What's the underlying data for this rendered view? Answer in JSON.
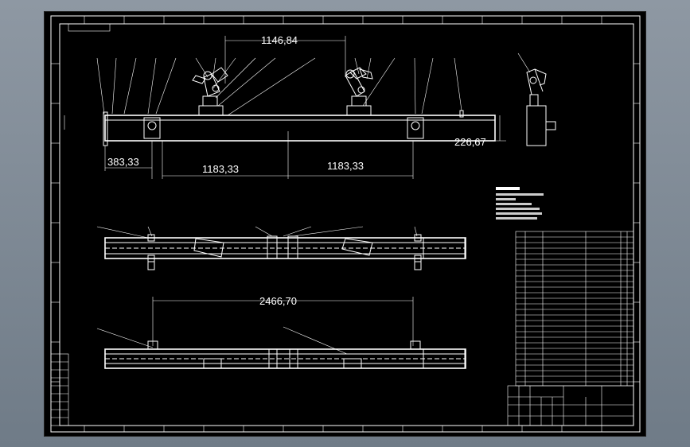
{
  "drawing": {
    "dimensions": {
      "top_span": "1146,84",
      "left_offset": "383,33",
      "mid_left": "1183,33",
      "mid_right": "1183,33",
      "side_height": "226,67",
      "bottom_span": "2466,70"
    }
  }
}
